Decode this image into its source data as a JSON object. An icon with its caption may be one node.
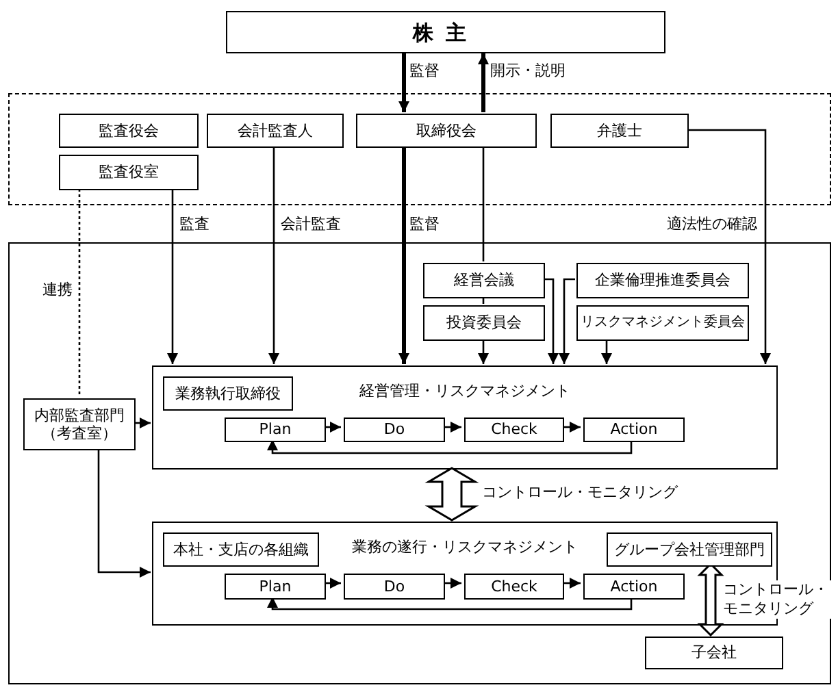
{
  "diagram": {
    "nodes": [
      {
        "text": [
          "株主"
        ]
      },
      {
        "text": [],
        "shape": "box"
      },
      {
        "text": [
          "監査役会"
        ],
        "in": 1
      },
      {
        "text": [
          "監査役室"
        ],
        "in": 1
      },
      {
        "text": [
          "会計監査人"
        ],
        "in": 1
      },
      {
        "text": [
          "取締役会"
        ],
        "in": 1
      },
      {
        "text": [
          "弁護士"
        ],
        "in": 1
      },
      {
        "text": [],
        "shape": "box"
      },
      {
        "text": [
          "経営会議"
        ],
        "in": 7
      },
      {
        "text": [
          "投資委員会"
        ],
        "in": 7
      },
      {
        "text": [
          "企業倫理推進委員会"
        ],
        "in": 7
      },
      {
        "text": [
          "リスクマネジメント委員会"
        ],
        "in": 7
      },
      {
        "text": [
          "経営管理・リスクマネジメント"
        ],
        "in": 7
      },
      {
        "text": [
          "業務執行取締役"
        ],
        "in": 12
      },
      {
        "text": [
          "Plan"
        ],
        "in": 12
      },
      {
        "text": [
          "Do"
        ],
        "in": 12
      },
      {
        "text": [
          "Check"
        ],
        "in": 12
      },
      {
        "text": [
          "Action"
        ],
        "in": 12
      },
      {
        "text": [
          "内部監査部門（考査室）"
        ],
        "in": 7
      },
      {
        "text": [
          "業務の遂行・リスクマネジメント"
        ],
        "in": 7
      },
      {
        "text": [
          "本社・支店の各組織"
        ],
        "in": 19
      },
      {
        "text": [
          "グループ会社管理部門"
        ],
        "in": 19
      },
      {
        "text": [
          "Plan"
        ],
        "in": 19
      },
      {
        "text": [
          "Do"
        ],
        "in": 19
      },
      {
        "text": [
          "Check"
        ],
        "in": 19
      },
      {
        "text": [
          "Action"
        ],
        "in": 19
      },
      {
        "text": [
          "子会社"
        ],
        "in": 7
      }
    ],
    "edges": [
      {
        "from": 0,
        "to": 5,
        "arrow": "to",
        "label": "監督",
        "style": "thick"
      },
      {
        "from": 5,
        "to": 0,
        "arrow": "to",
        "label": "開示・説明",
        "style": "thick"
      },
      {
        "from": 3,
        "to": 18,
        "arrow": "none",
        "label": "連携",
        "style": "dashed"
      },
      {
        "from": 3,
        "to": 12,
        "arrow": "to",
        "label": "監査"
      },
      {
        "from": 4,
        "to": 12,
        "arrow": "to",
        "label": "会計監査"
      },
      {
        "from": 5,
        "to": 12,
        "arrow": "to",
        "label": "監督",
        "style": "thick"
      },
      {
        "from": 5,
        "to": 8,
        "arrow": "none"
      },
      {
        "from": 8,
        "to": 9,
        "arrow": "none"
      },
      {
        "from": 9,
        "to": 12,
        "arrow": "to"
      },
      {
        "from": 8,
        "to": 12,
        "arrow": "to"
      },
      {
        "from": 10,
        "to": 12,
        "arrow": "to"
      },
      {
        "from": 11,
        "to": 12,
        "arrow": "to"
      },
      {
        "from": 6,
        "to": 12,
        "arrow": "to",
        "label": "適法性の確認"
      },
      {
        "from": 18,
        "to": 12,
        "arrow": "to"
      },
      {
        "from": 18,
        "to": 19,
        "arrow": "to"
      },
      {
        "from": 12,
        "to": 19,
        "arrow": "both",
        "label": "コントロール・モニタリング"
      },
      {
        "from": 14,
        "to": 15,
        "arrow": "to"
      },
      {
        "from": 15,
        "to": 16,
        "arrow": "to"
      },
      {
        "from": 16,
        "to": 17,
        "arrow": "to"
      },
      {
        "from": 17,
        "to": 14,
        "arrow": "to"
      },
      {
        "from": 22,
        "to": 23,
        "arrow": "to"
      },
      {
        "from": 23,
        "to": 24,
        "arrow": "to"
      },
      {
        "from": 24,
        "to": 25,
        "arrow": "to"
      },
      {
        "from": 25,
        "to": 22,
        "arrow": "to"
      },
      {
        "from": 21,
        "to": 26,
        "arrow": "both",
        "label": "コントロール・モニタリング"
      }
    ]
  }
}
